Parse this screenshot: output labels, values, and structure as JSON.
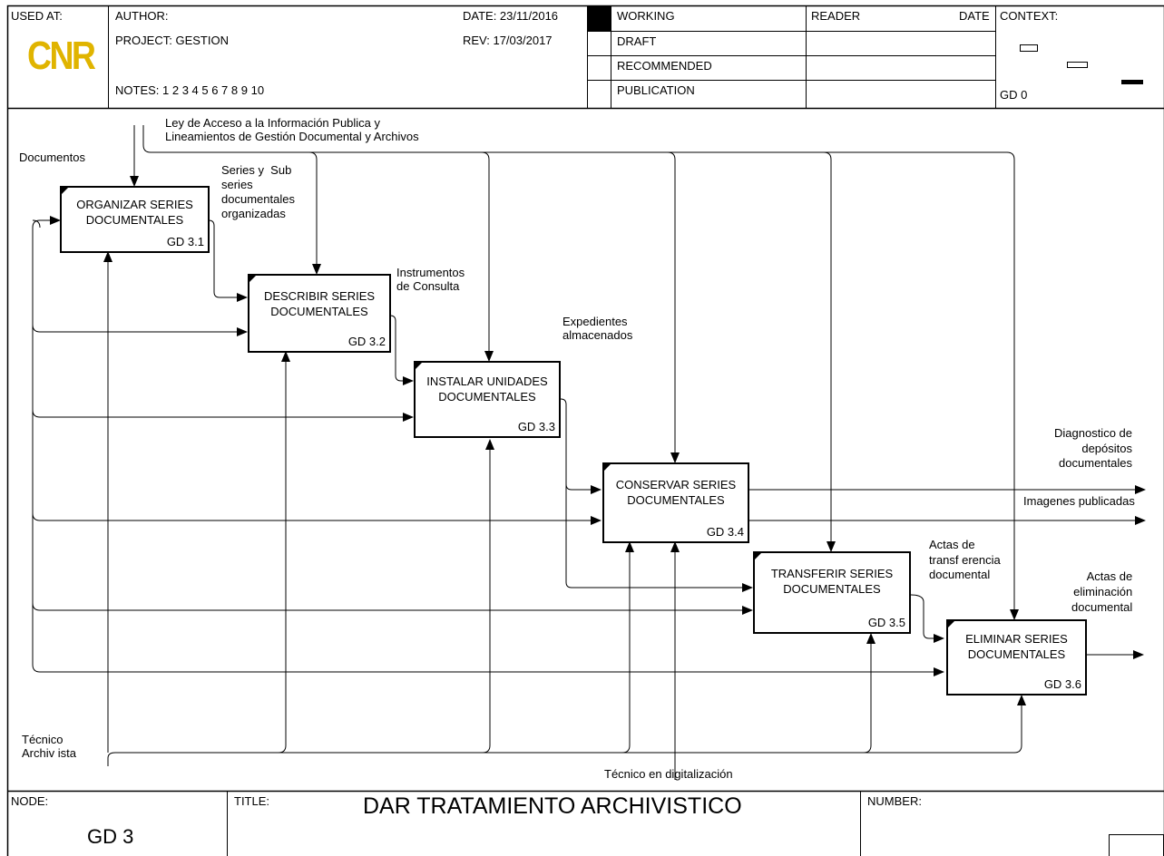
{
  "header": {
    "used_at": "USED AT:",
    "author": "AUTHOR:",
    "project": "PROJECT:  GESTION",
    "notes": "NOTES:  1  2  3  4  5  6  7  8  9  10",
    "date": "DATE:  23/11/2016",
    "rev": "REV:   17/03/2017",
    "status": [
      "WORKING",
      "DRAFT",
      "RECOMMENDED",
      "PUBLICATION"
    ],
    "reader": "READER",
    "reader_date": "DATE",
    "context": "CONTEXT:",
    "context_code": "GD 0",
    "logo": "CNR"
  },
  "diagram": {
    "controls": {
      "law": "Ley de Acceso a la Información Publica y\nLineamientos de Gestión Documental y Archivos"
    },
    "inputs": {
      "documentos": "Documentos"
    },
    "boxes": [
      {
        "name": "ORGANIZAR SERIES\nDOCUMENTALES",
        "code": "GD 3.1"
      },
      {
        "name": "DESCRIBIR SERIES\nDOCUMENTALES",
        "code": "GD 3.2"
      },
      {
        "name": "INSTALAR UNIDADES\nDOCUMENTALES",
        "code": "GD 3.3"
      },
      {
        "name": "CONSERVAR SERIES\nDOCUMENTALES",
        "code": "GD 3.4"
      },
      {
        "name": "TRANSFERIR SERIES\nDOCUMENTALES",
        "code": "GD 3.5"
      },
      {
        "name": "ELIMINAR SERIES\nDOCUMENTALES",
        "code": "GD 3.6"
      }
    ],
    "arrow_labels": {
      "series_sub": "Series y  Sub\nseries\ndocumentales\norganizadas",
      "instrumentos": "Instrumentos\nde Consulta",
      "expedientes": "Expedientes\nalmacenados",
      "diagnostico": "Diagnostico de\ndepósitos\ndocumentales",
      "imagenes": "Imagenes publicadas",
      "actas_transf": "Actas de\ntransf erencia\ndocumental",
      "actas_elim": "Actas de\neliminación\ndocumental",
      "tecnico_archivista": "Técnico\nArchiv ista",
      "tecnico_digital": "Técnico en digitalización"
    }
  },
  "footer": {
    "node_label": "NODE:",
    "node": "GD 3",
    "title_label": "TITLE:",
    "title": "DAR TRATAMIENTO ARCHIVISTICO",
    "number_label": "NUMBER:"
  }
}
